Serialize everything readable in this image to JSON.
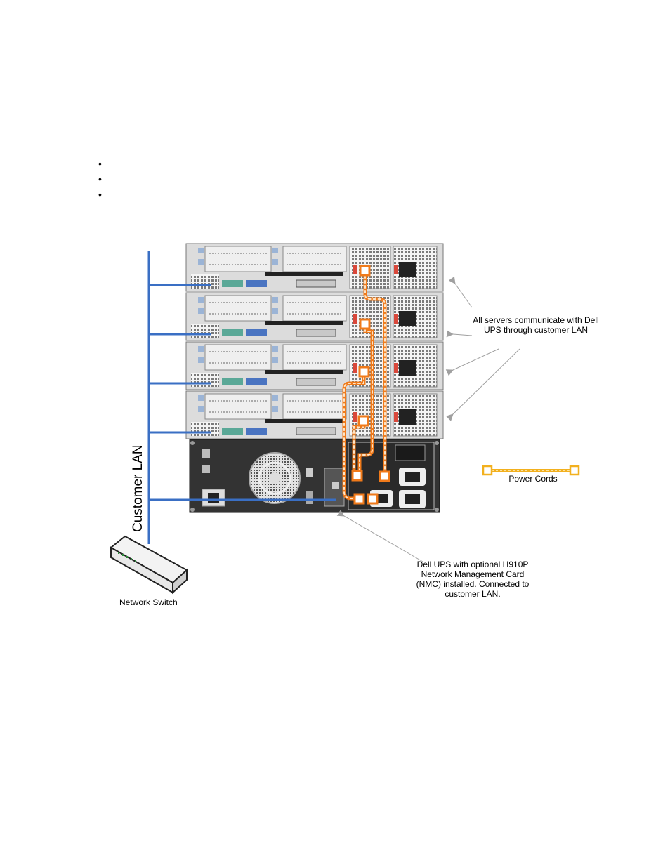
{
  "bullets": [
    "",
    "",
    ""
  ],
  "labels": {
    "customer_lan": "Customer LAN",
    "network_switch": "Network Switch",
    "servers_note_line1": "All servers communicate with Dell",
    "servers_note_line2": "UPS through customer LAN",
    "power_cords": "Power Cords",
    "ups_note_line1": "Dell UPS with optional H910P",
    "ups_note_line2": "Network Management Card",
    "ups_note_line3": "(NMC) installed.  Connected to",
    "ups_note_line4": "customer LAN."
  },
  "colors": {
    "lan_cable": "#3a6fc4",
    "power_cord": "#f07a1a",
    "power_cord_legend": "#f2b01e",
    "chassis": "#d8d8d8",
    "ups_body": "#333333",
    "arrow": "#a0a0a0"
  }
}
